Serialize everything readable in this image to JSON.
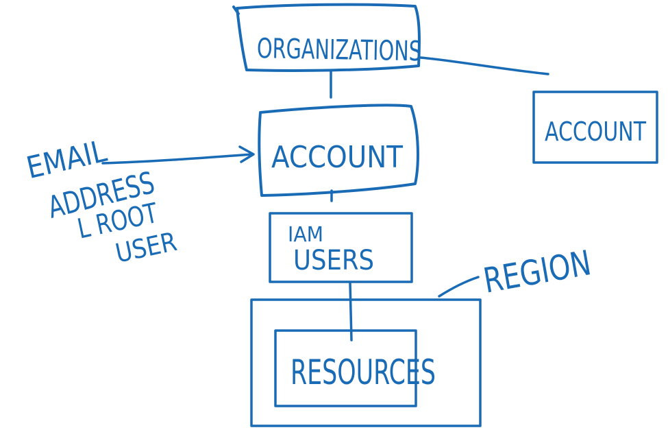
{
  "colors": {
    "ink": "#1a6bb5",
    "background": "#ffffff"
  },
  "nodes": {
    "organizations": "ORGANIZATIONS",
    "account_main": "ACCOUNT",
    "account_side": "ACCOUNT",
    "iam_users_line1": "IAM",
    "iam_users_line2": "USERS",
    "resources": "RESOURCES",
    "region": "REGION"
  },
  "annotation": {
    "line1": "EMAIL",
    "line2": "ADDRESS",
    "line3": "L ROOT",
    "line4": "USER"
  }
}
